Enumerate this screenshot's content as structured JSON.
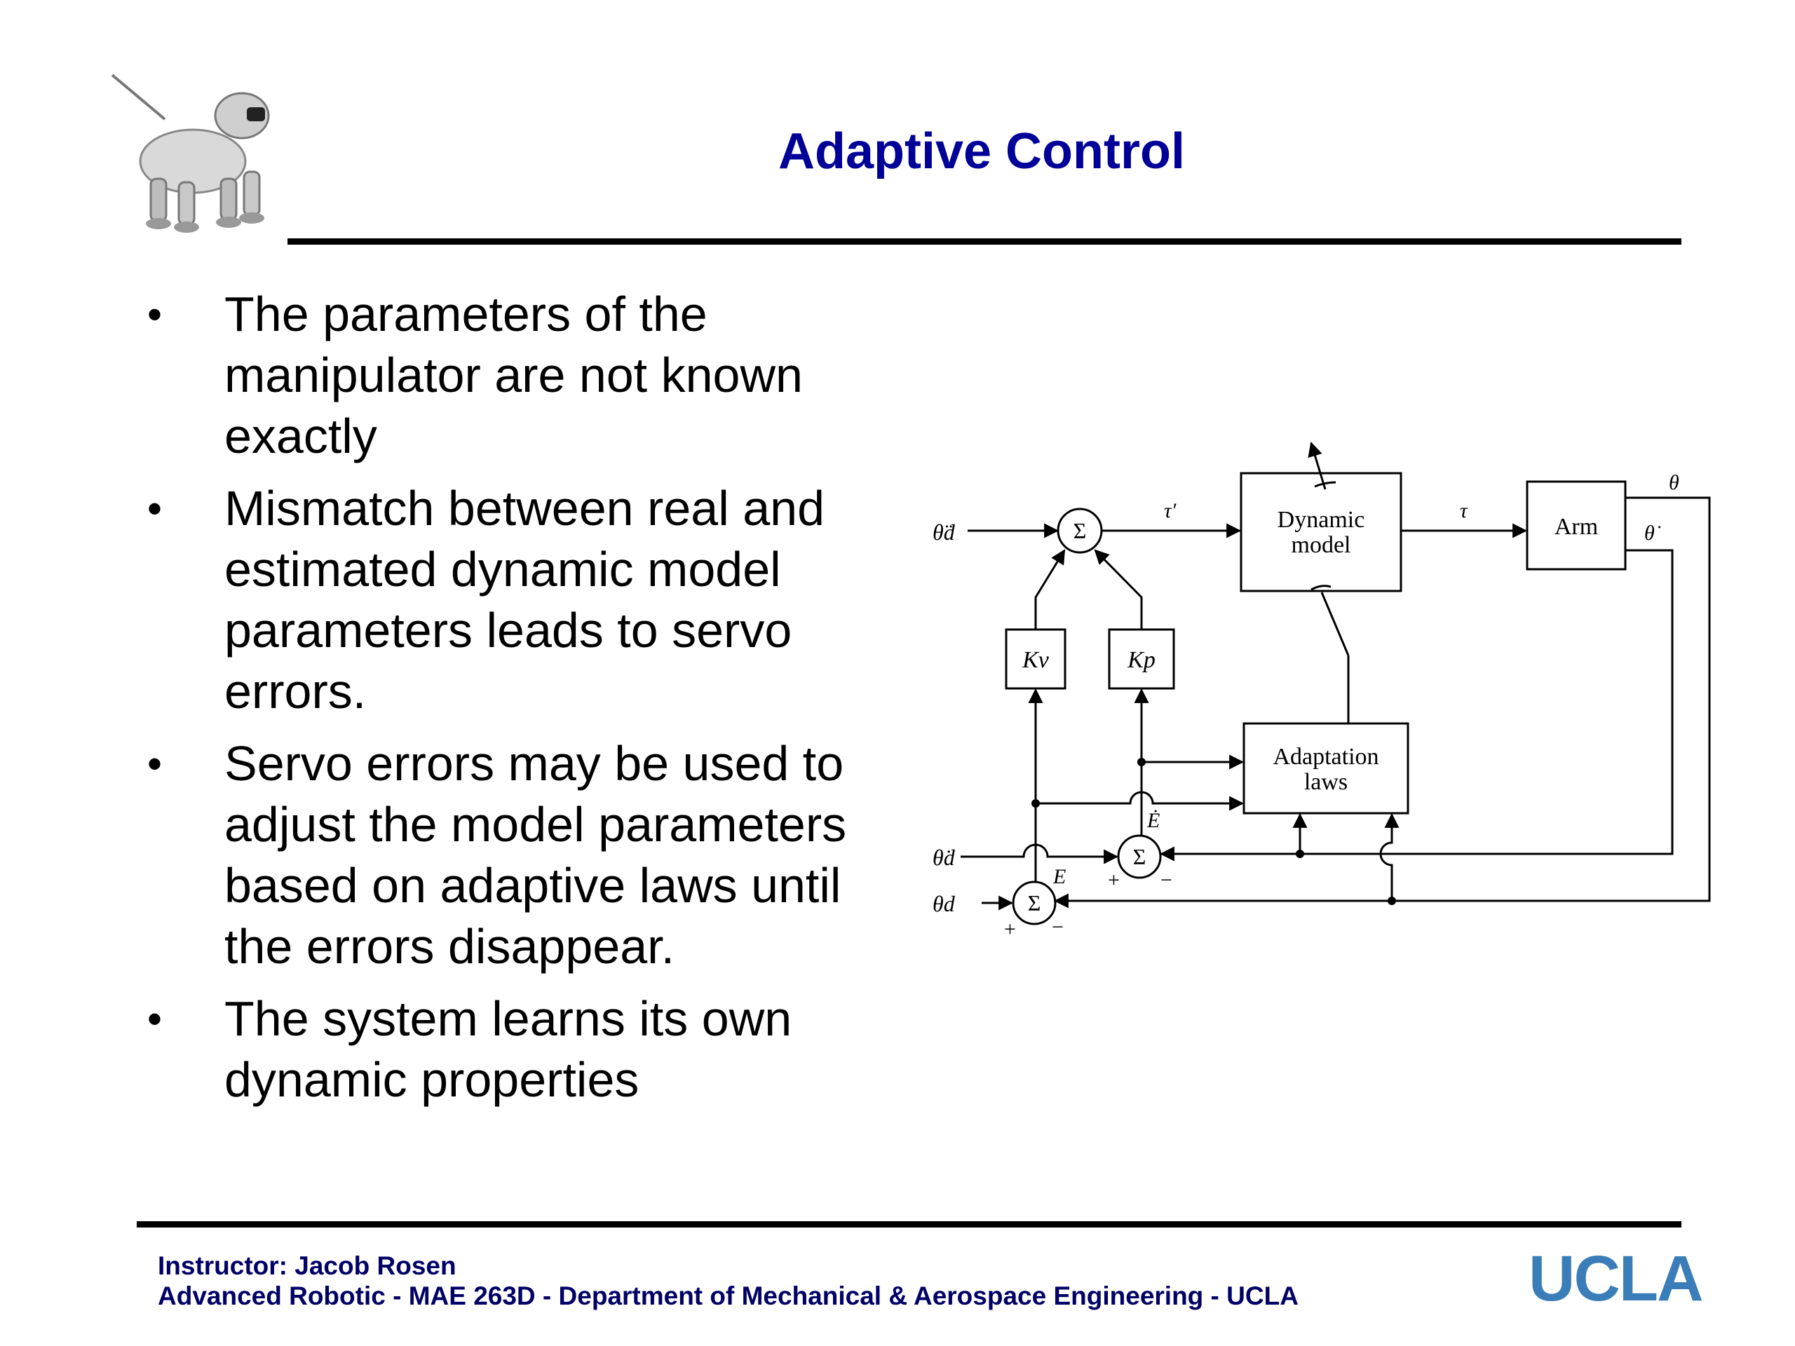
{
  "slide": {
    "title": "Adaptive Control",
    "bullets": [
      "The parameters of the manipulator are not known exactly",
      "Mismatch between real and estimated dynamic model parameters leads to servo errors.",
      "Servo errors may be used to adjust the model parameters based on adaptive laws until the errors disappear.",
      "The system learns its own dynamic properties"
    ],
    "bullet_char": "•"
  },
  "diagram": {
    "blocks": {
      "dynamic_model_l1": "Dynamic",
      "dynamic_model_l2": "model",
      "arm": "Arm",
      "adaptation_l1": "Adaptation",
      "adaptation_l2": "laws",
      "kv": "Kv",
      "kp": "Kp"
    },
    "sum_symbol": "Σ",
    "signals": {
      "theta_dd_d": "θ̈d",
      "theta_d_dot": "θ̇d",
      "theta_d": "θd",
      "tau_prime": "τ′",
      "tau": "τ",
      "theta": "θ",
      "theta_dot": "θ̇",
      "E_dot": "Ė",
      "E": "E",
      "plus": "+",
      "minus": "−"
    }
  },
  "footer": {
    "instructor": "Instructor: Jacob Rosen",
    "course": "Advanced Robotic - MAE 263D - Department of Mechanical & Aerospace Engineering - UCLA",
    "logo_text": "UCLA"
  },
  "colors": {
    "title": "#000099",
    "footer_text": "#000066",
    "ucla_logo": "#3a7db8"
  },
  "icons": [
    "robot-dog-logo-icon"
  ]
}
